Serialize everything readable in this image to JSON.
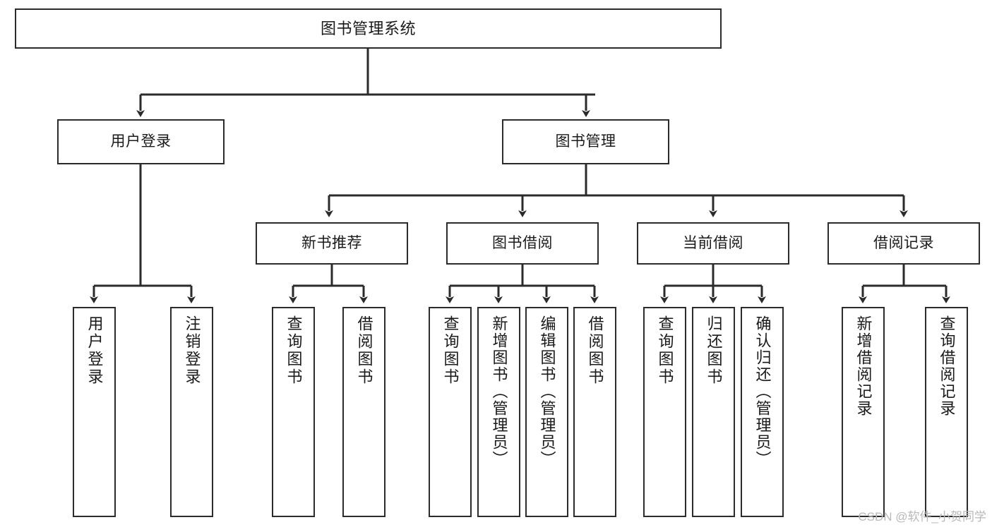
{
  "diagram": {
    "type": "tree-hierarchy",
    "title": "图书管理系统",
    "watermark": "CSDN @软件_小贺同学",
    "colors": {
      "background": "#ffffff",
      "border": "#2b2b2b",
      "text": "#1a1a1a",
      "connector": "#2b2b2b",
      "watermark": "#b9b9b9"
    },
    "levels": [
      {
        "level": 1,
        "nodes": [
          {
            "id": "root",
            "label": "图书管理系统",
            "orientation": "horizontal"
          }
        ]
      },
      {
        "level": 2,
        "nodes": [
          {
            "id": "user-login",
            "label": "用户登录",
            "orientation": "horizontal",
            "parent": "root"
          },
          {
            "id": "book-manage",
            "label": "图书管理",
            "orientation": "horizontal",
            "parent": "root"
          }
        ]
      },
      {
        "level": 3,
        "nodes": [
          {
            "id": "new-book-rec",
            "label": "新书推荐",
            "orientation": "horizontal",
            "parent": "book-manage"
          },
          {
            "id": "book-borrow",
            "label": "图书借阅",
            "orientation": "horizontal",
            "parent": "book-manage"
          },
          {
            "id": "current-borrow",
            "label": "当前借阅",
            "orientation": "horizontal",
            "parent": "book-manage"
          },
          {
            "id": "borrow-record",
            "label": "借阅记录",
            "orientation": "horizontal",
            "parent": "book-manage"
          }
        ]
      },
      {
        "level": 4,
        "nodes": [
          {
            "id": "leaf-user-login",
            "label": "用户登录",
            "orientation": "vertical",
            "parent": "user-login"
          },
          {
            "id": "leaf-logout-login",
            "label": "注销登录",
            "orientation": "vertical",
            "parent": "user-login"
          },
          {
            "id": "leaf-query-book-rec",
            "label": "查询图书",
            "orientation": "vertical",
            "parent": "new-book-rec"
          },
          {
            "id": "leaf-borrow-book-rec",
            "label": "借阅图书",
            "orientation": "vertical",
            "parent": "new-book-rec"
          },
          {
            "id": "leaf-query-book-borrow",
            "label": "查询图书",
            "orientation": "vertical",
            "parent": "book-borrow"
          },
          {
            "id": "leaf-add-book",
            "label": "新增图书（管理员）",
            "orientation": "vertical",
            "parent": "book-borrow"
          },
          {
            "id": "leaf-edit-book",
            "label": "编辑图书（管理员）",
            "orientation": "vertical",
            "parent": "book-borrow"
          },
          {
            "id": "leaf-borrow-book",
            "label": "借阅图书",
            "orientation": "vertical",
            "parent": "book-borrow"
          },
          {
            "id": "leaf-query-book-current",
            "label": "查询图书",
            "orientation": "vertical",
            "parent": "current-borrow"
          },
          {
            "id": "leaf-return-book",
            "label": "归还图书",
            "orientation": "vertical",
            "parent": "current-borrow"
          },
          {
            "id": "leaf-confirm-return",
            "label": "确认归还（管理员）",
            "orientation": "vertical",
            "parent": "current-borrow"
          },
          {
            "id": "leaf-add-borrow-record",
            "label": "新增借阅记录",
            "orientation": "vertical",
            "parent": "borrow-record"
          },
          {
            "id": "leaf-query-borrow-record",
            "label": "查询借阅记录",
            "orientation": "vertical",
            "parent": "borrow-record"
          }
        ]
      }
    ]
  }
}
